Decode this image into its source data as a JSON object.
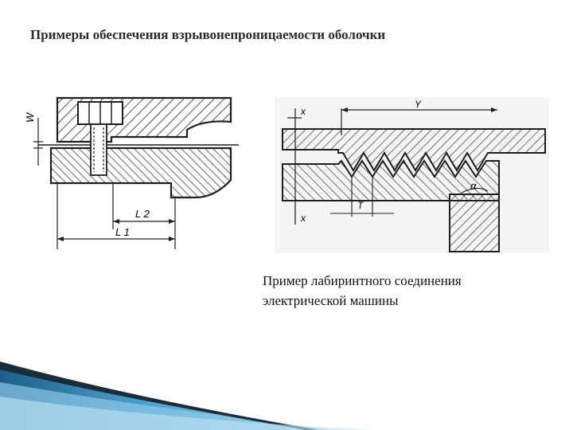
{
  "slide": {
    "title": "Примеры обеспечения взрывонепроницаемости оболочки"
  },
  "figure_left": {
    "labels": {
      "w": "W",
      "l2": "L 2",
      "l1": "L 1"
    }
  },
  "figure_right": {
    "labels": {
      "x_top": "x",
      "x_bottom": "x",
      "y": "Y",
      "t": "T",
      "alpha": "α"
    }
  },
  "caption": {
    "line1": "Пример лабиринтного соединения",
    "line2": "электрической машины"
  },
  "colors": {
    "hatch": "#2a2a2a",
    "decor_dark": "#1a2d3a",
    "decor_blue": "#2f7fb0",
    "decor_light": "#8cc7e6"
  }
}
